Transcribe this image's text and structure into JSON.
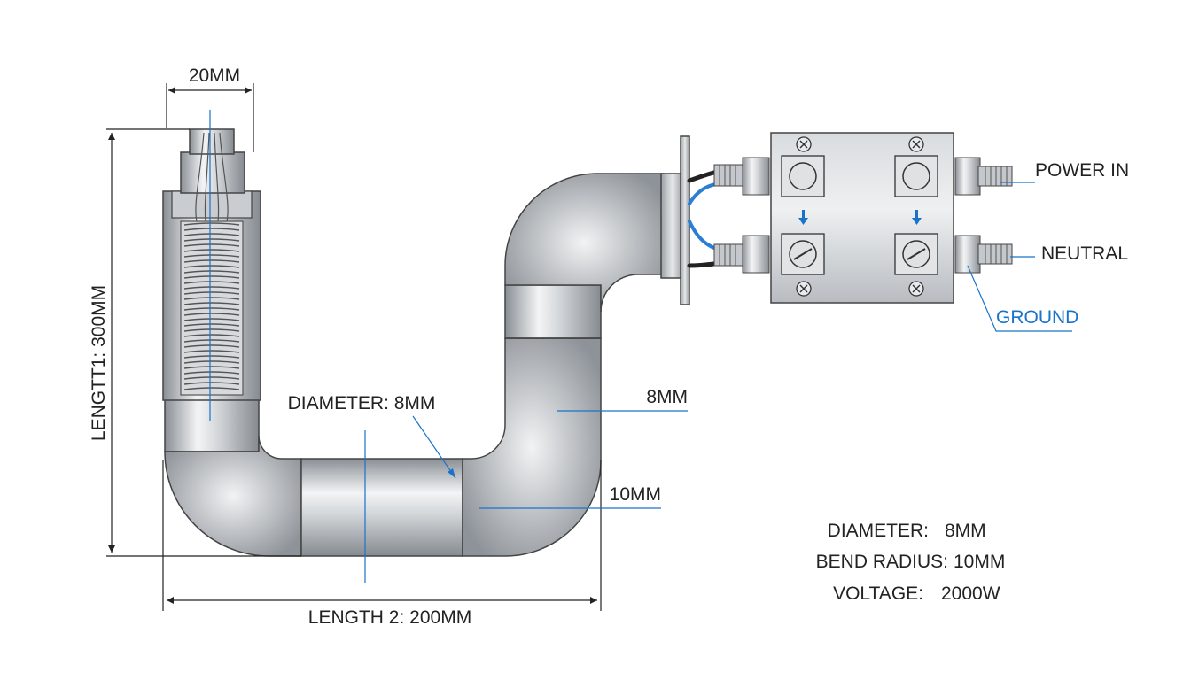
{
  "dimensions": {
    "top_width": "20MM",
    "length1": "LENGTT1: 300MM",
    "length2": "LENGTH 2: 200MM",
    "diameter_callout": "DIAMETER: 8MM",
    "dia_8": "8MM",
    "dia_10": "10MM"
  },
  "terminals": {
    "power_in": "POWER IN",
    "neutral": "NEUTRAL",
    "ground": "GROUND"
  },
  "specs": [
    {
      "label": "DIAMETER:",
      "value": "8MM"
    },
    {
      "label": "BEND RADIUS:",
      "value": "10MM"
    },
    {
      "label": "VOLTAGE:",
      "value": "2000W"
    }
  ],
  "colors": {
    "accent_blue": "#1a73c8",
    "line": "#222222",
    "metal_dark": "#7d8288",
    "metal_light": "#f4f5f6"
  }
}
